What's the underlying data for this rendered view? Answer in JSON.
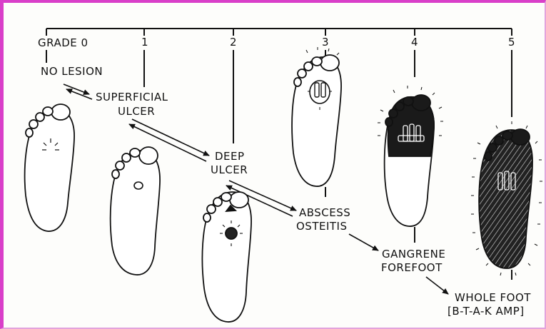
{
  "grades": {
    "g0": "GRADE 0",
    "g1": "1",
    "g2": "2",
    "g3": "3",
    "g4": "4",
    "g5": "5"
  },
  "stages": {
    "no_lesion": "NO LESION",
    "superficial_1": "SUPERFICIAL",
    "superficial_2": "ULCER",
    "deep_1": "DEEP",
    "deep_2": "ULCER",
    "abscess_1": "ABSCESS",
    "abscess_2": "OSTEITIS",
    "gangrene_1": "GANGRENE",
    "gangrene_2": "FOREFOOT",
    "whole_1": "WHOLE FOOT",
    "whole_2": "[B-T-A-K AMP]"
  },
  "colors": {
    "frame": "#d93fc9",
    "ink": "#111111"
  }
}
